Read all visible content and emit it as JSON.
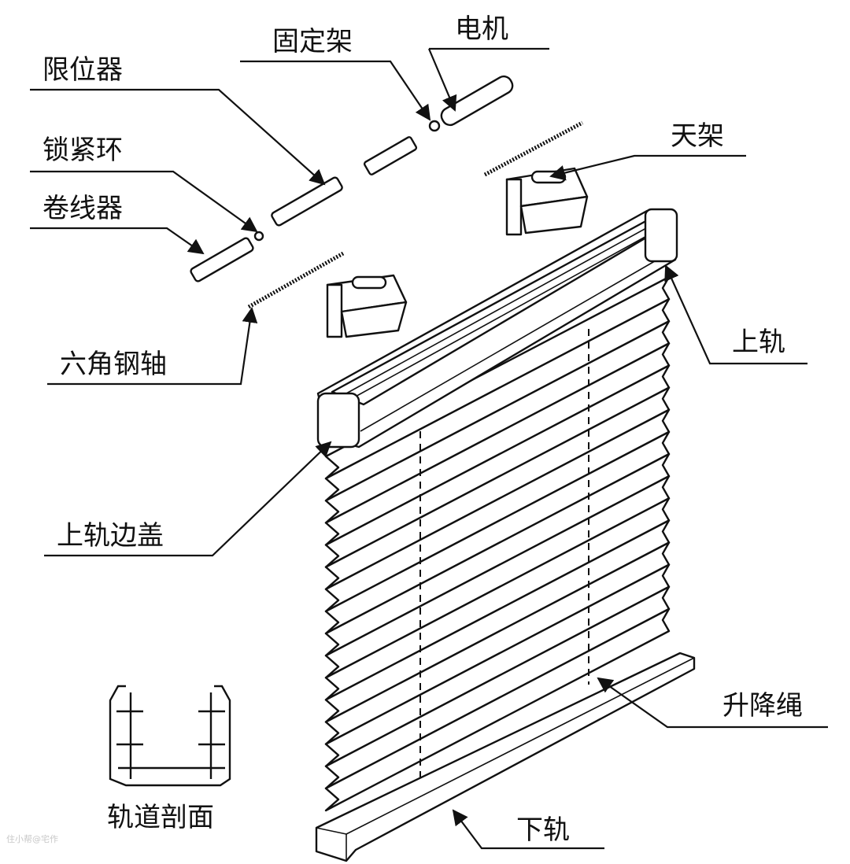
{
  "labels": {
    "motor": "电机",
    "fixed_bracket": "固定架",
    "limiter": "限位器",
    "lock_ring": "锁紧环",
    "winder": "卷线器",
    "ceiling_bracket": "天架",
    "upper_rail": "上轨",
    "hex_steel_shaft": "六角钢轴",
    "upper_rail_end_cap": "上轨边盖",
    "lift_cord": "升降绳",
    "rail_section": "轨道剖面",
    "bottom_rail": "下轨"
  },
  "watermark": "住小帮@宅作",
  "colors": {
    "ink": "#111111",
    "background": "#ffffff"
  }
}
